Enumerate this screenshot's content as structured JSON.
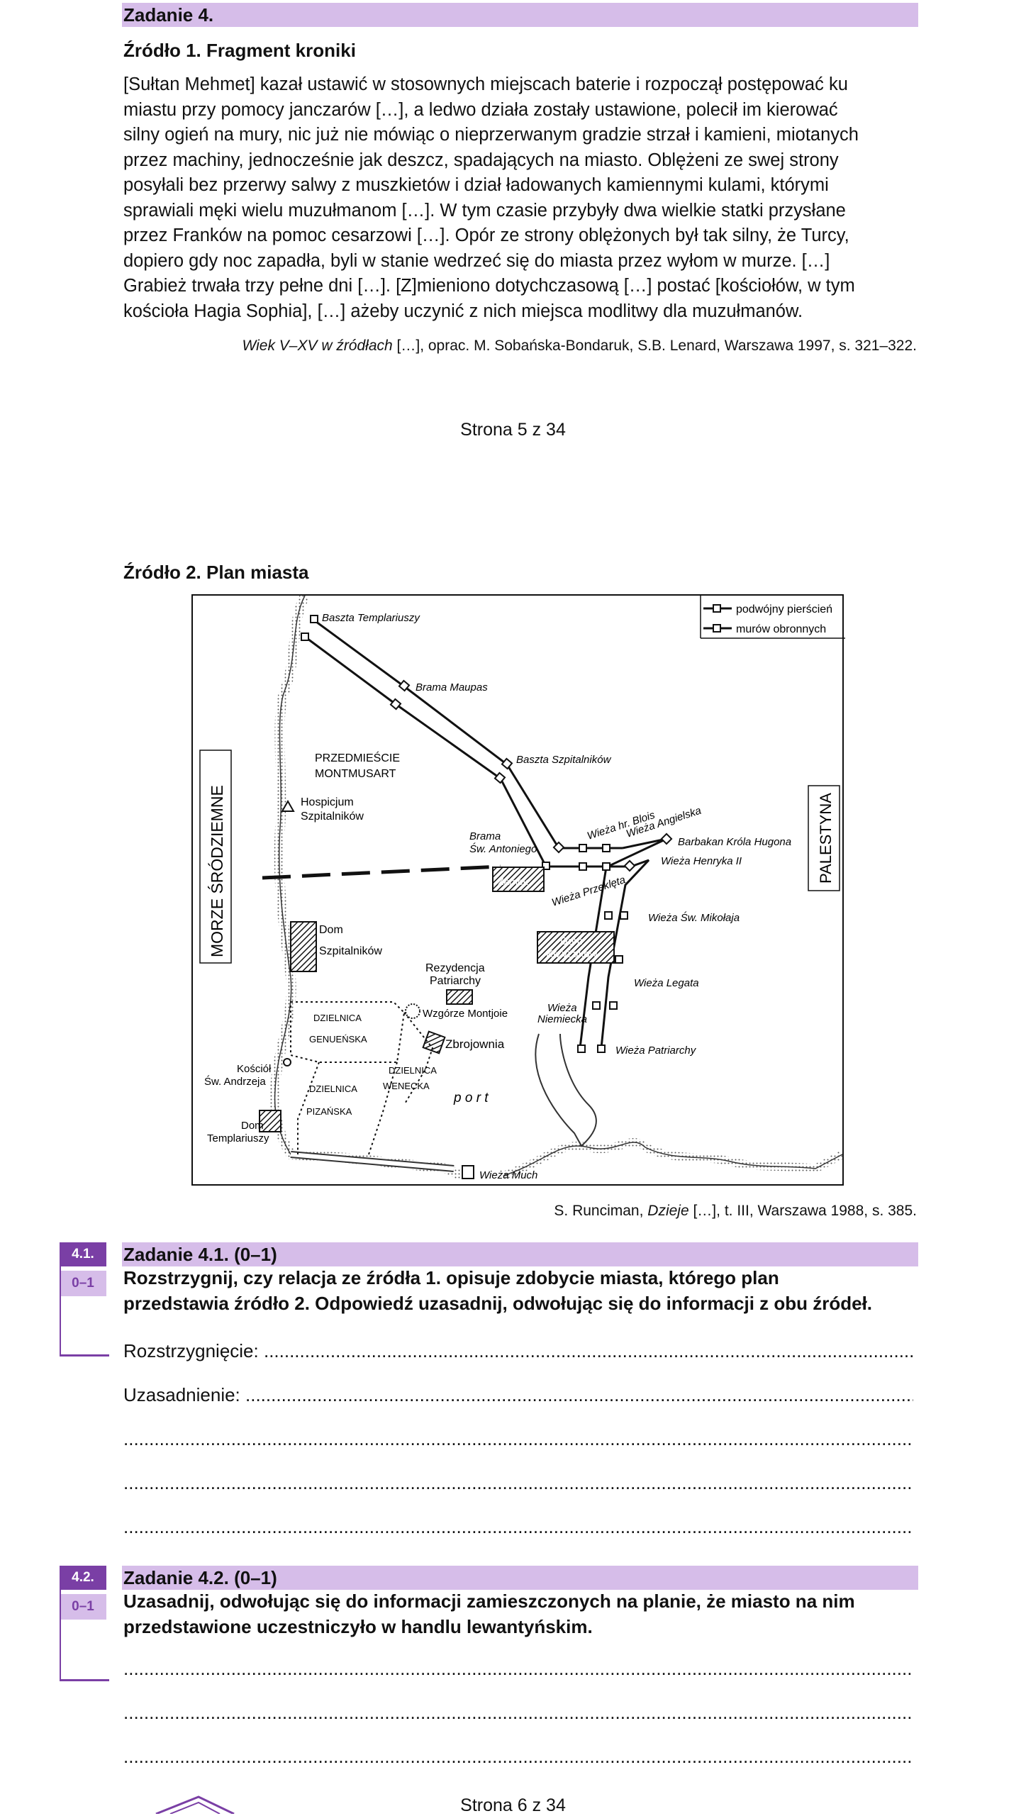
{
  "task4": {
    "title": "Zadanie 4."
  },
  "source1": {
    "heading": "Źródło 1. Fragment kroniki",
    "lines": [
      "[Sułtan Mehmet] kazał ustawić w stosownych miejscach baterie i rozpoczął postępować ku",
      "miastu przy pomocy janczarów […], a ledwo działa zostały ustawione, polecił im kierować",
      "silny ogień na mury, nic już nie mówiąc o nieprzerwanym gradzie strzał i kamieni, miotanych",
      "przez machiny, jednocześnie jak deszcz, spadających na miasto. Oblężeni ze swej strony",
      "posyłali bez przerwy salwy z muszkietów i dział ładowanych kamiennymi kulami, którymi",
      "sprawiali męki wielu muzułmanom […]. W tym czasie przybyły dwa wielkie statki przysłane",
      "przez Franków na pomoc cesarzowi […]. Opór ze strony oblężonych był tak silny, że Turcy,",
      "dopiero gdy noc zapadła, byli w stanie wedrzeć się do miasta przez wyłom w murze. […]",
      "Grabież trwała trzy pełne dni […]. [Z]mieniono dotychczasową […] postać [kościołów, w tym",
      "kościoła Hagia Sophia], […] ażeby uczynić z nich miejsca modlitwy dla muzułmanów."
    ],
    "citation_italic": "Wiek V–XV w źródłach",
    "citation_rest": " […], oprac. M. Sobańska-Bondaruk, S.B. Lenard, Warszawa 1997, s. 321–322."
  },
  "page5": "Strona 5 z 34",
  "source2": {
    "heading": "Źródło 2. Plan miasta",
    "citation_pre": "S. Runciman, ",
    "citation_italic": "Dzieje",
    "citation_post": " […], t. III, Warszawa 1988, s. 385.",
    "map": {
      "legend_1": "podwójny pierścień",
      "legend_2": "murów obronnych",
      "sea": "MORZE ŚRÓDZIEMNE",
      "palestine": "PALESTYNA",
      "labels": {
        "baszta_templariuszy": "Baszta Templariuszy",
        "brama_maupas": "Brama Maupas",
        "baszta_szpitalnikow": "Baszta Szpitalników",
        "przedmiescie_1": "PRZEDMIEŚCIE",
        "przedmiescie_2": "MONTMUSART",
        "hospicjum_1": "Hospicjum",
        "hospicjum_2": "Szpitalników",
        "brama_1": "Brama",
        "brama_2": "Św. Antoniego",
        "zamek": "Zamek",
        "wieza_blois": "Wieża hr. Blois",
        "wieza_angielska": "Wieża Angielska",
        "barbakan": "Barbakan Króla Hugona",
        "wieza_henryka": "Wieża Henryka II",
        "wieza_przekleta": "Wieża Przeklęta",
        "wieza_mikolaja": "Wieża Św. Mikołaja",
        "dom_krzyzakow_1": "Dom",
        "dom_krzyzakow_2": "Krzyżaków",
        "wieza_legata": "Wieża Legata",
        "dom_szp_1": "Dom",
        "dom_szp_2": "Szpitalników",
        "rezydencja_1": "Rezydencja",
        "rezydencja_2": "Patriarchy",
        "wieza_niemiecka_1": "Wieża",
        "wieza_niemiecka_2": "Niemiecka",
        "dzielnica_gen_1": "DZIELNICA",
        "dzielnica_gen_2": "GENUEŃSKA",
        "wzgorze": "Wzgórze Montjoie",
        "zbrojownia": "Zbrojownia",
        "wieza_patriarchy": "Wieża Patriarchy",
        "kosciol_1": "Kościół",
        "kosciol_2": "Św. Andrzeja",
        "dzielnica_wen_1": "DZIELNICA",
        "dzielnica_wen_2": "WENECKA",
        "dzielnica_piz_1": "DZIELNICA",
        "dzielnica_piz_2": "PIZAŃSKA",
        "port": "p o r t",
        "dom_templ_1": "Dom",
        "dom_templ_2": "Templariuszy",
        "wieza_much": "Wieża Much"
      }
    }
  },
  "task41": {
    "badge_num": "4.1.",
    "badge_pts": "0–1",
    "title": "Zadanie 4.1. (0–1)",
    "lines": [
      "Rozstrzygnij, czy relacja ze źródła 1. opisuje zdobycie miasta, którego plan",
      "przedstawia źródło 2. Odpowiedź uzasadnij, odwołując się do informacji z obu źródeł."
    ],
    "decision_label": "Rozstrzygnięcie: ",
    "justification_label": "Uzasadnienie: "
  },
  "task42": {
    "badge_num": "4.2.",
    "badge_pts": "0–1",
    "title": "Zadanie 4.2. (0–1)",
    "lines": [
      "Uzasadnij, odwołując się do informacji zamieszczonych na planie, że miasto na nim",
      "przedstawione uczestniczyło w handlu lewantyńskim."
    ]
  },
  "page6": "Strona 6 z 34",
  "dotline": "........................................................................................................................................................................................................"
}
